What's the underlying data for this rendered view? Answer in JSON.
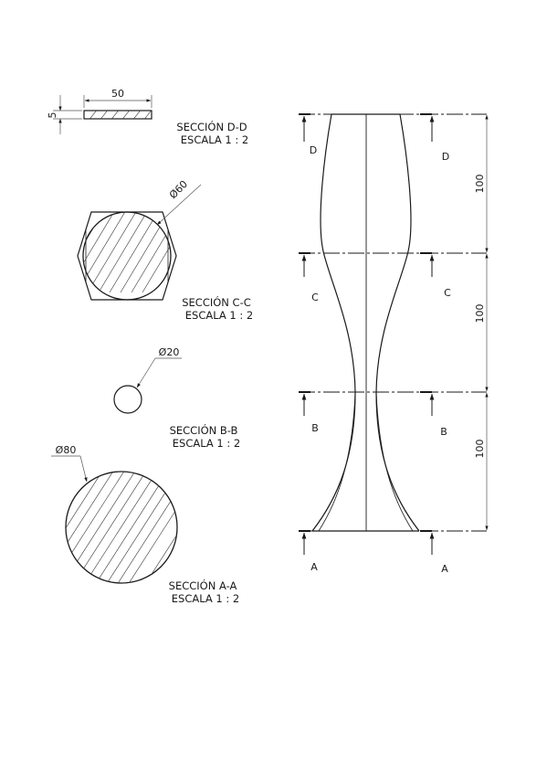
{
  "sections": {
    "d": {
      "title": "SECCIÓN D-D",
      "scale": "ESCALA 1 : 2",
      "width_dim": "50",
      "thickness_dim": "5"
    },
    "c": {
      "title": "SECCIÓN C-C",
      "scale": "ESCALA 1 : 2",
      "diameter_dim": "Ø60"
    },
    "b": {
      "title": "SECCIÓN B-B",
      "scale": "ESCALA 1 : 2",
      "diameter_dim": "Ø20"
    },
    "a": {
      "title": "SECCIÓN A-A",
      "scale": "ESCALA 1 : 2",
      "diameter_dim": "Ø80"
    }
  },
  "elevation": {
    "cut_labels": [
      "D",
      "C",
      "B",
      "A"
    ],
    "height_dims": [
      "100",
      "100",
      "100"
    ]
  }
}
